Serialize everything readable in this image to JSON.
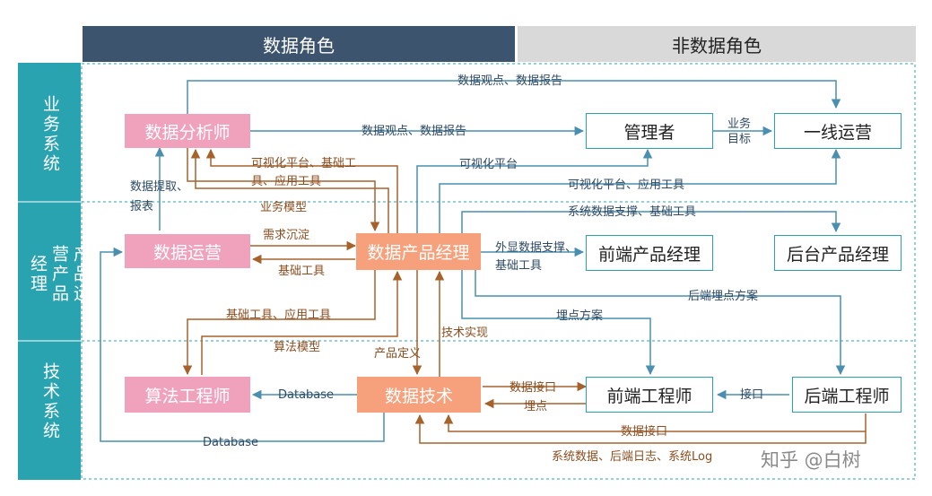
{
  "header": {
    "data_roles": "数据角色",
    "non_data_roles": "非数据角色"
  },
  "sections": {
    "business": "业务系统",
    "product": "产品运营产品经理",
    "tech": "技术系统"
  },
  "nodes": {
    "analyst": "数据分析师",
    "ops": "数据运营",
    "algo": "算法工程师",
    "pm": "数据产品经理",
    "tech": "数据技术",
    "manager": "管理者",
    "frontline": "一线运营",
    "frontend_pm": "前端产品经理",
    "backend_pm": "后台产品经理",
    "frontend_eng": "前端工程师",
    "backend_eng": "后端工程师"
  },
  "edges": {
    "top_report": "数据观点、数据报告",
    "analyst_report": "数据观点、数据报告",
    "business_goal": "业务目标",
    "visual_platform": "可视化平台",
    "visual_tools": "可视化平台、应用工具",
    "visual_base_tools": "可视化平台、基础工具、应用工具",
    "data_extract": "数据提取、报表",
    "business_model": "业务模型",
    "requirements": "需求沉淀",
    "base_tools": "基础工具",
    "system_support": "系统数据支撑、基础工具",
    "external_support": "外显数据支撑、基础工具",
    "backend_tracking": "后端埋点方案",
    "tracking_plan": "埋点方案",
    "base_app_tools": "基础工具、应用工具",
    "algo_model": "算法模型",
    "product_def": "产品定义",
    "tech_impl": "技术实现",
    "database_1": "Database",
    "database_2": "Database",
    "data_interface": "数据接口",
    "tracking": "埋点",
    "interface": "接口",
    "data_interface_2": "数据接口",
    "system_logs": "系统数据、后端日志、系统Log"
  },
  "watermark": "知乎 @白树",
  "colors": {
    "teal": "#2aa3b1",
    "blue_arrow": "#4a8fb0",
    "brown_arrow": "#a5622b",
    "pink": "#f0a2bd",
    "orange": "#f7a07c",
    "header_dark": "#3d546e"
  }
}
